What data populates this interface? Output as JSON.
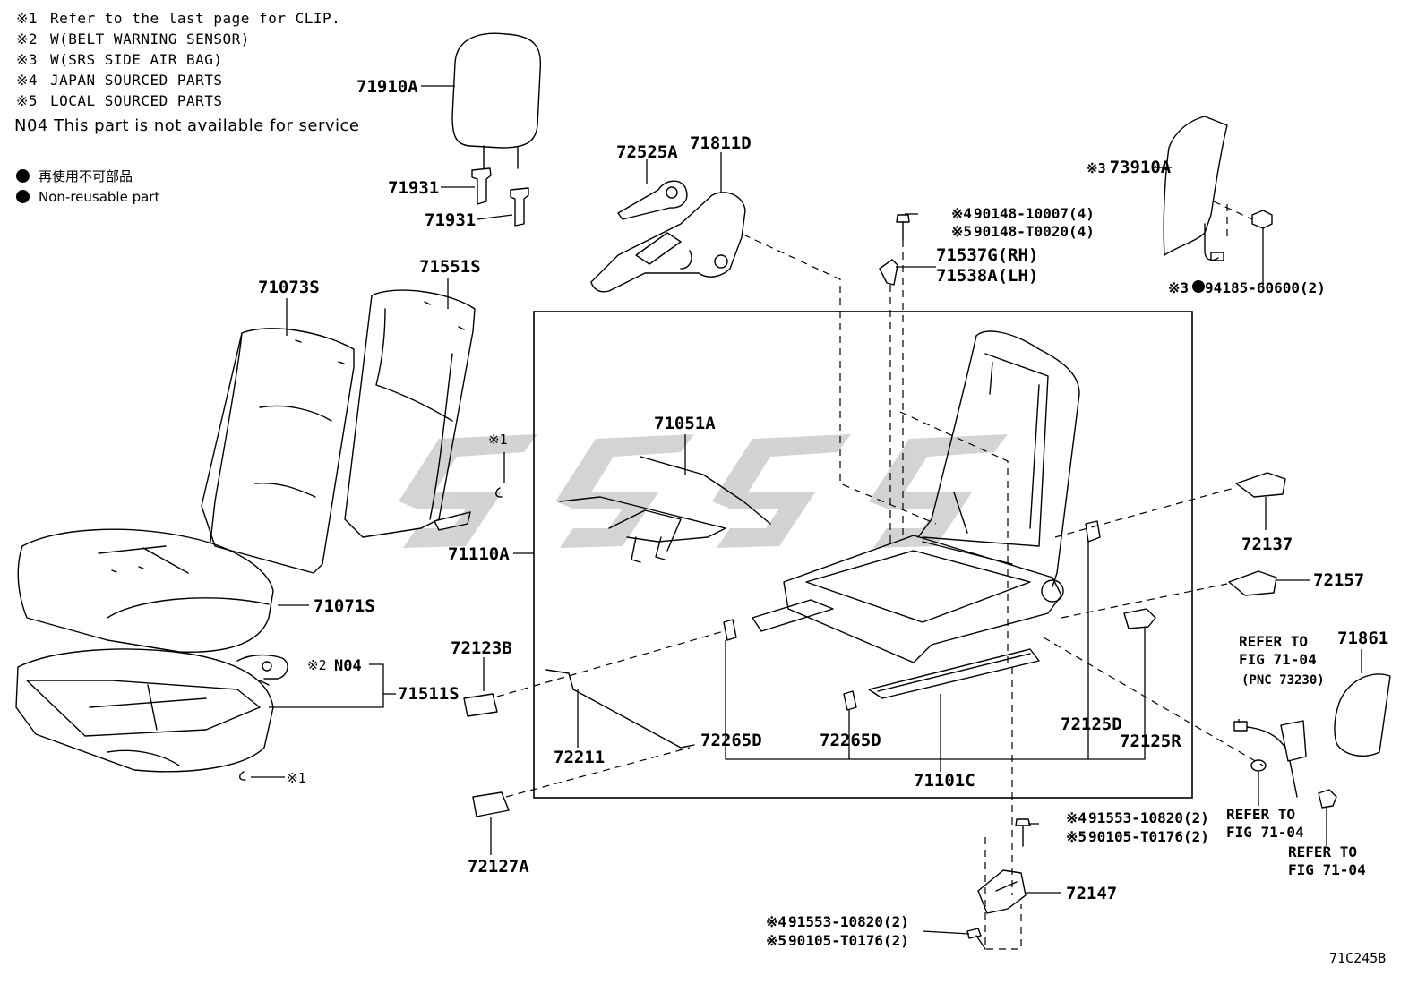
{
  "notes": [
    {
      "mark": "※1",
      "text": "Refer to the last page for CLIP."
    },
    {
      "mark": "※2",
      "text": "W(BELT WARNING SENSOR)"
    },
    {
      "mark": "※3",
      "text": "W(SRS SIDE AIR BAG)"
    },
    {
      "mark": "※4",
      "text": "JAPAN SOURCED PARTS"
    },
    {
      "mark": "※5",
      "text": "LOCAL SOURCED PARTS"
    }
  ],
  "n04_note": {
    "code": "N04",
    "text": "This part is not available for service"
  },
  "legend": {
    "jp": "再使用不可部品",
    "en": "Non-reusable part"
  },
  "labels": {
    "p71910A": "71910A",
    "p71931a": "71931",
    "p71931b": "71931",
    "p72525A": "72525A",
    "p71811D": "71811D",
    "p73910A": "73910A",
    "mk73910A": "※3",
    "p90148a": "90148-10007(4)",
    "mk90148a": "※4",
    "p90148b": "90148-T0020(4)",
    "mk90148b": "※5",
    "p71537G": "71537G(RH)",
    "p71538A": "71538A(LH)",
    "p94185": "94185-60600(2)",
    "mk94185": "※3",
    "p71073S": "71073S",
    "p71551S": "71551S",
    "clip1": "※1",
    "p71051A": "71051A",
    "p71110A": "71110A",
    "p71071S": "71071S",
    "p72137": "72137",
    "p72157": "72157",
    "p72123B": "72123B",
    "mk2": "※2",
    "n04": "N04",
    "p71511S": "71511S",
    "refer1a": "REFER TO",
    "refer1b": "FIG 71-04",
    "refer1c": "(PNC 73230)",
    "p71861": "71861",
    "p72125D": "72125D",
    "p72125R": "72125R",
    "p72211": "72211",
    "p72265Da": "72265D",
    "p72265Db": "72265D",
    "p71101C": "71101C",
    "clip2": "※1",
    "p91553a": "91553-10820(2)",
    "mk91553a": "※4",
    "p90105a": "90105-T0176(2)",
    "mk90105a": "※5",
    "refer2a": "REFER TO",
    "refer2b": "FIG 71-04",
    "refer3a": "REFER TO",
    "refer3b": "FIG 71-04",
    "p72127A": "72127A",
    "p72147": "72147",
    "p91553b": "91553-10820(2)",
    "mk91553b": "※4",
    "p90105b": "90105-T0176(2)",
    "mk90105b": "※5",
    "figcode": "71C245B"
  }
}
